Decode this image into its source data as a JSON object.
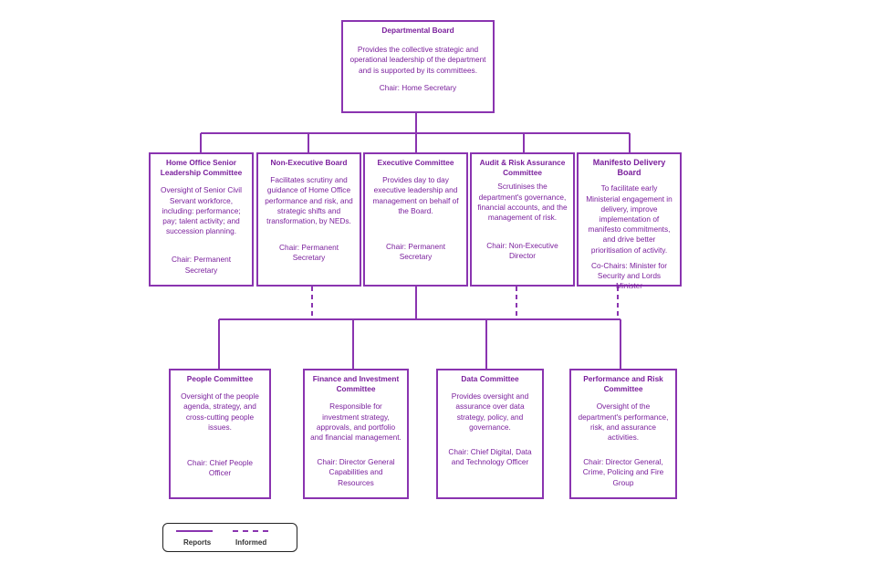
{
  "board": {
    "title": "Departmental Board",
    "desc": "Provides the collective strategic and operational leadership of the department and is supported by its committees.",
    "chair": "Chair: Home Secretary"
  },
  "middle": [
    {
      "title": "Home Office Senior Leadership Committee",
      "desc": "Oversight of Senior Civil Servant workforce, including: performance; pay; talent activity; and succession planning.",
      "chair": "Chair: Permanent Secretary"
    },
    {
      "title": "Non-Executive Board",
      "desc": "Facilitates scrutiny and guidance of Home Office performance and risk, and strategic shifts and transformation, by NEDs.",
      "chair": "Chair: Permanent Secretary"
    },
    {
      "title": "Executive Committee",
      "desc": "Provides day to day executive leadership and management on behalf of the Board.",
      "chair": "Chair: Permanent Secretary"
    },
    {
      "title": "Audit & Risk Assurance Committee",
      "desc": "Scrutinises the department's governance, financial accounts, and the management of risk.",
      "chair": "Chair: Non-Executive Director"
    },
    {
      "title": "Manifesto Delivery Board",
      "desc": "To facilitate early Ministerial engagement in delivery, improve implementation of manifesto commitments, and drive better prioritisation of activity.",
      "chair": "Co-Chairs: Minister for Security and Lords Minister"
    }
  ],
  "bottom": [
    {
      "title": "People Committee",
      "desc": "Oversight of the people agenda, strategy, and cross-cutting people issues.",
      "chair": "Chair: Chief People Officer"
    },
    {
      "title": "Finance and Investment Committee",
      "desc": "Responsible for investment strategy, approvals, and portfolio and financial management.",
      "chair": "Chair: Director General Capabilities and Resources"
    },
    {
      "title": "Data Committee",
      "desc": "Provides oversight and assurance over data strategy, policy, and governance.",
      "chair": "Chair: Chief Digital, Data and Technology Officer"
    },
    {
      "title": "Performance and Risk Committee",
      "desc": "Oversight of the department's performance, risk, and assurance activities.",
      "chair": "Chair: Director General, Crime, Policing and Fire Group"
    }
  ],
  "legend": {
    "reports": "Reports",
    "informed": "Informed"
  },
  "colors": {
    "line": "#8a34b0",
    "text": "#7a1f9c"
  }
}
